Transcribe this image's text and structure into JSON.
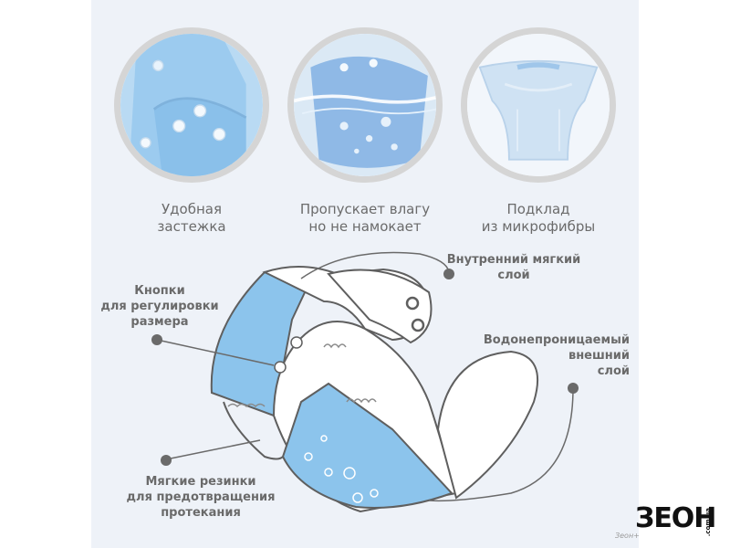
{
  "features": [
    {
      "line1": "Удобная",
      "line2": "застежка",
      "icon": "snap-fastener-icon"
    },
    {
      "line1": "Пропускает влагу",
      "line2": "но не намокает",
      "icon": "water-splash-icon"
    },
    {
      "line1": "Подклад",
      "line2": "из микрофибры",
      "icon": "microfiber-lining-icon"
    }
  ],
  "callouts": {
    "inner_layer": {
      "line1": "Внутренний мягкий",
      "line2": "слой"
    },
    "snaps": {
      "line1": "Кнопки",
      "line2": "для регулировки",
      "line3": "размера"
    },
    "outer_layer": {
      "line1": "Водонепроницаемый",
      "line2": "внешний",
      "line3": "слой"
    },
    "elastics": {
      "line1": "Мягкие резинки",
      "line2": "для предотвращения",
      "line3": "протекания"
    }
  },
  "brand": {
    "logo": "ЗЕОН",
    "side": ".com.ua",
    "watermark": "Зеон+"
  },
  "colors": {
    "fabric_blue": "#8cc4ec",
    "background": "#eef2f8",
    "ring": "#d5d5d5",
    "text": "#6b6b6b"
  }
}
